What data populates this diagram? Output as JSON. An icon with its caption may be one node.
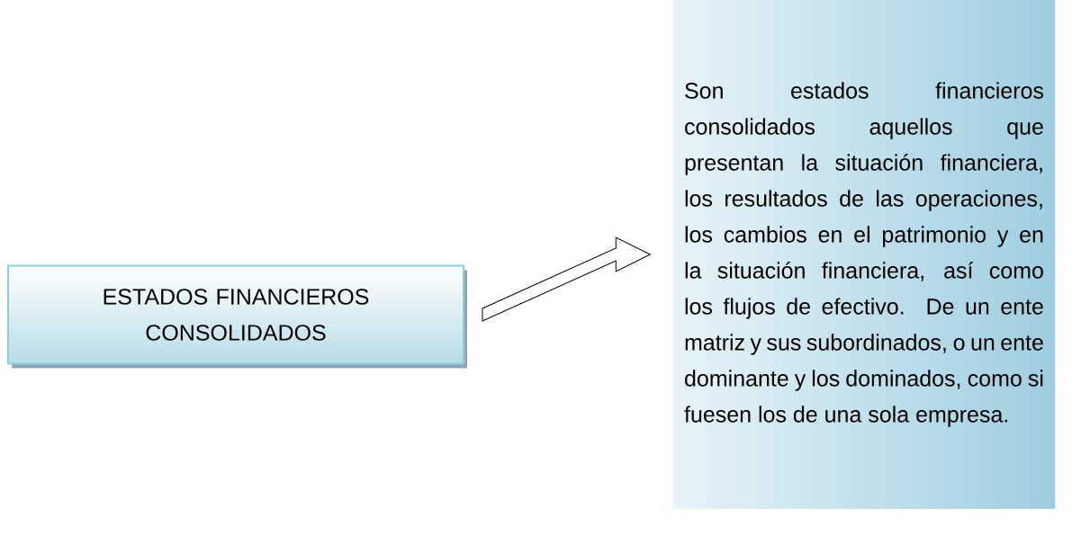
{
  "diagram": {
    "nodes": [
      {
        "text": [
          "ESTADOS FINANCIEROS CONSOLIDADOS"
        ]
      },
      {
        "text": [
          "Son estados financieros consolidados aquellos que presentan la situación financiera, los resultados de las operaciones, los cambios en el patrimonio y en la situación financiera, así como los flujos de efectivo. De un ente matriz y sus subordinados, o un ente dominante y los dominados, como si fuesen los de una sola empresa."
        ]
      }
    ],
    "edges": [
      {
        "from": 0,
        "to": 1,
        "arrow": "to"
      }
    ]
  }
}
